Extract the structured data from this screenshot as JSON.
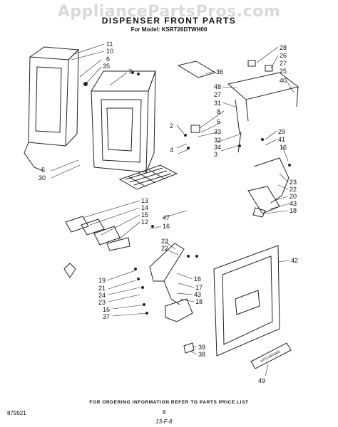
{
  "watermark": "AppliancePartsPros.com",
  "header": {
    "title": "DISPENSER FRONT PARTS",
    "model": "For Model: KSRT26DTWH00"
  },
  "footer": {
    "note": "FOR ORDERING INFORMATION REFER TO PARTS PRICE LIST",
    "page_number": "8",
    "doc_number": "879921",
    "handwritten": "13-F-8"
  },
  "callouts": [
    "11",
    "10",
    "6",
    "35",
    "7",
    "36",
    "28",
    "26",
    "27",
    "25",
    "48",
    "40",
    "27",
    "31",
    "8",
    "6",
    "33",
    "32",
    "34",
    "3",
    "29",
    "41",
    "16",
    "2",
    "4",
    "5",
    "30",
    "23",
    "22",
    "20",
    "43",
    "18",
    "13",
    "14",
    "15",
    "12",
    "47",
    "16",
    "23",
    "22",
    "42",
    "19",
    "21",
    "24",
    "23",
    "16",
    "37",
    "16",
    "17",
    "43",
    "18",
    "39",
    "38",
    "49"
  ],
  "label_plate_text": "KITCHENAID"
}
